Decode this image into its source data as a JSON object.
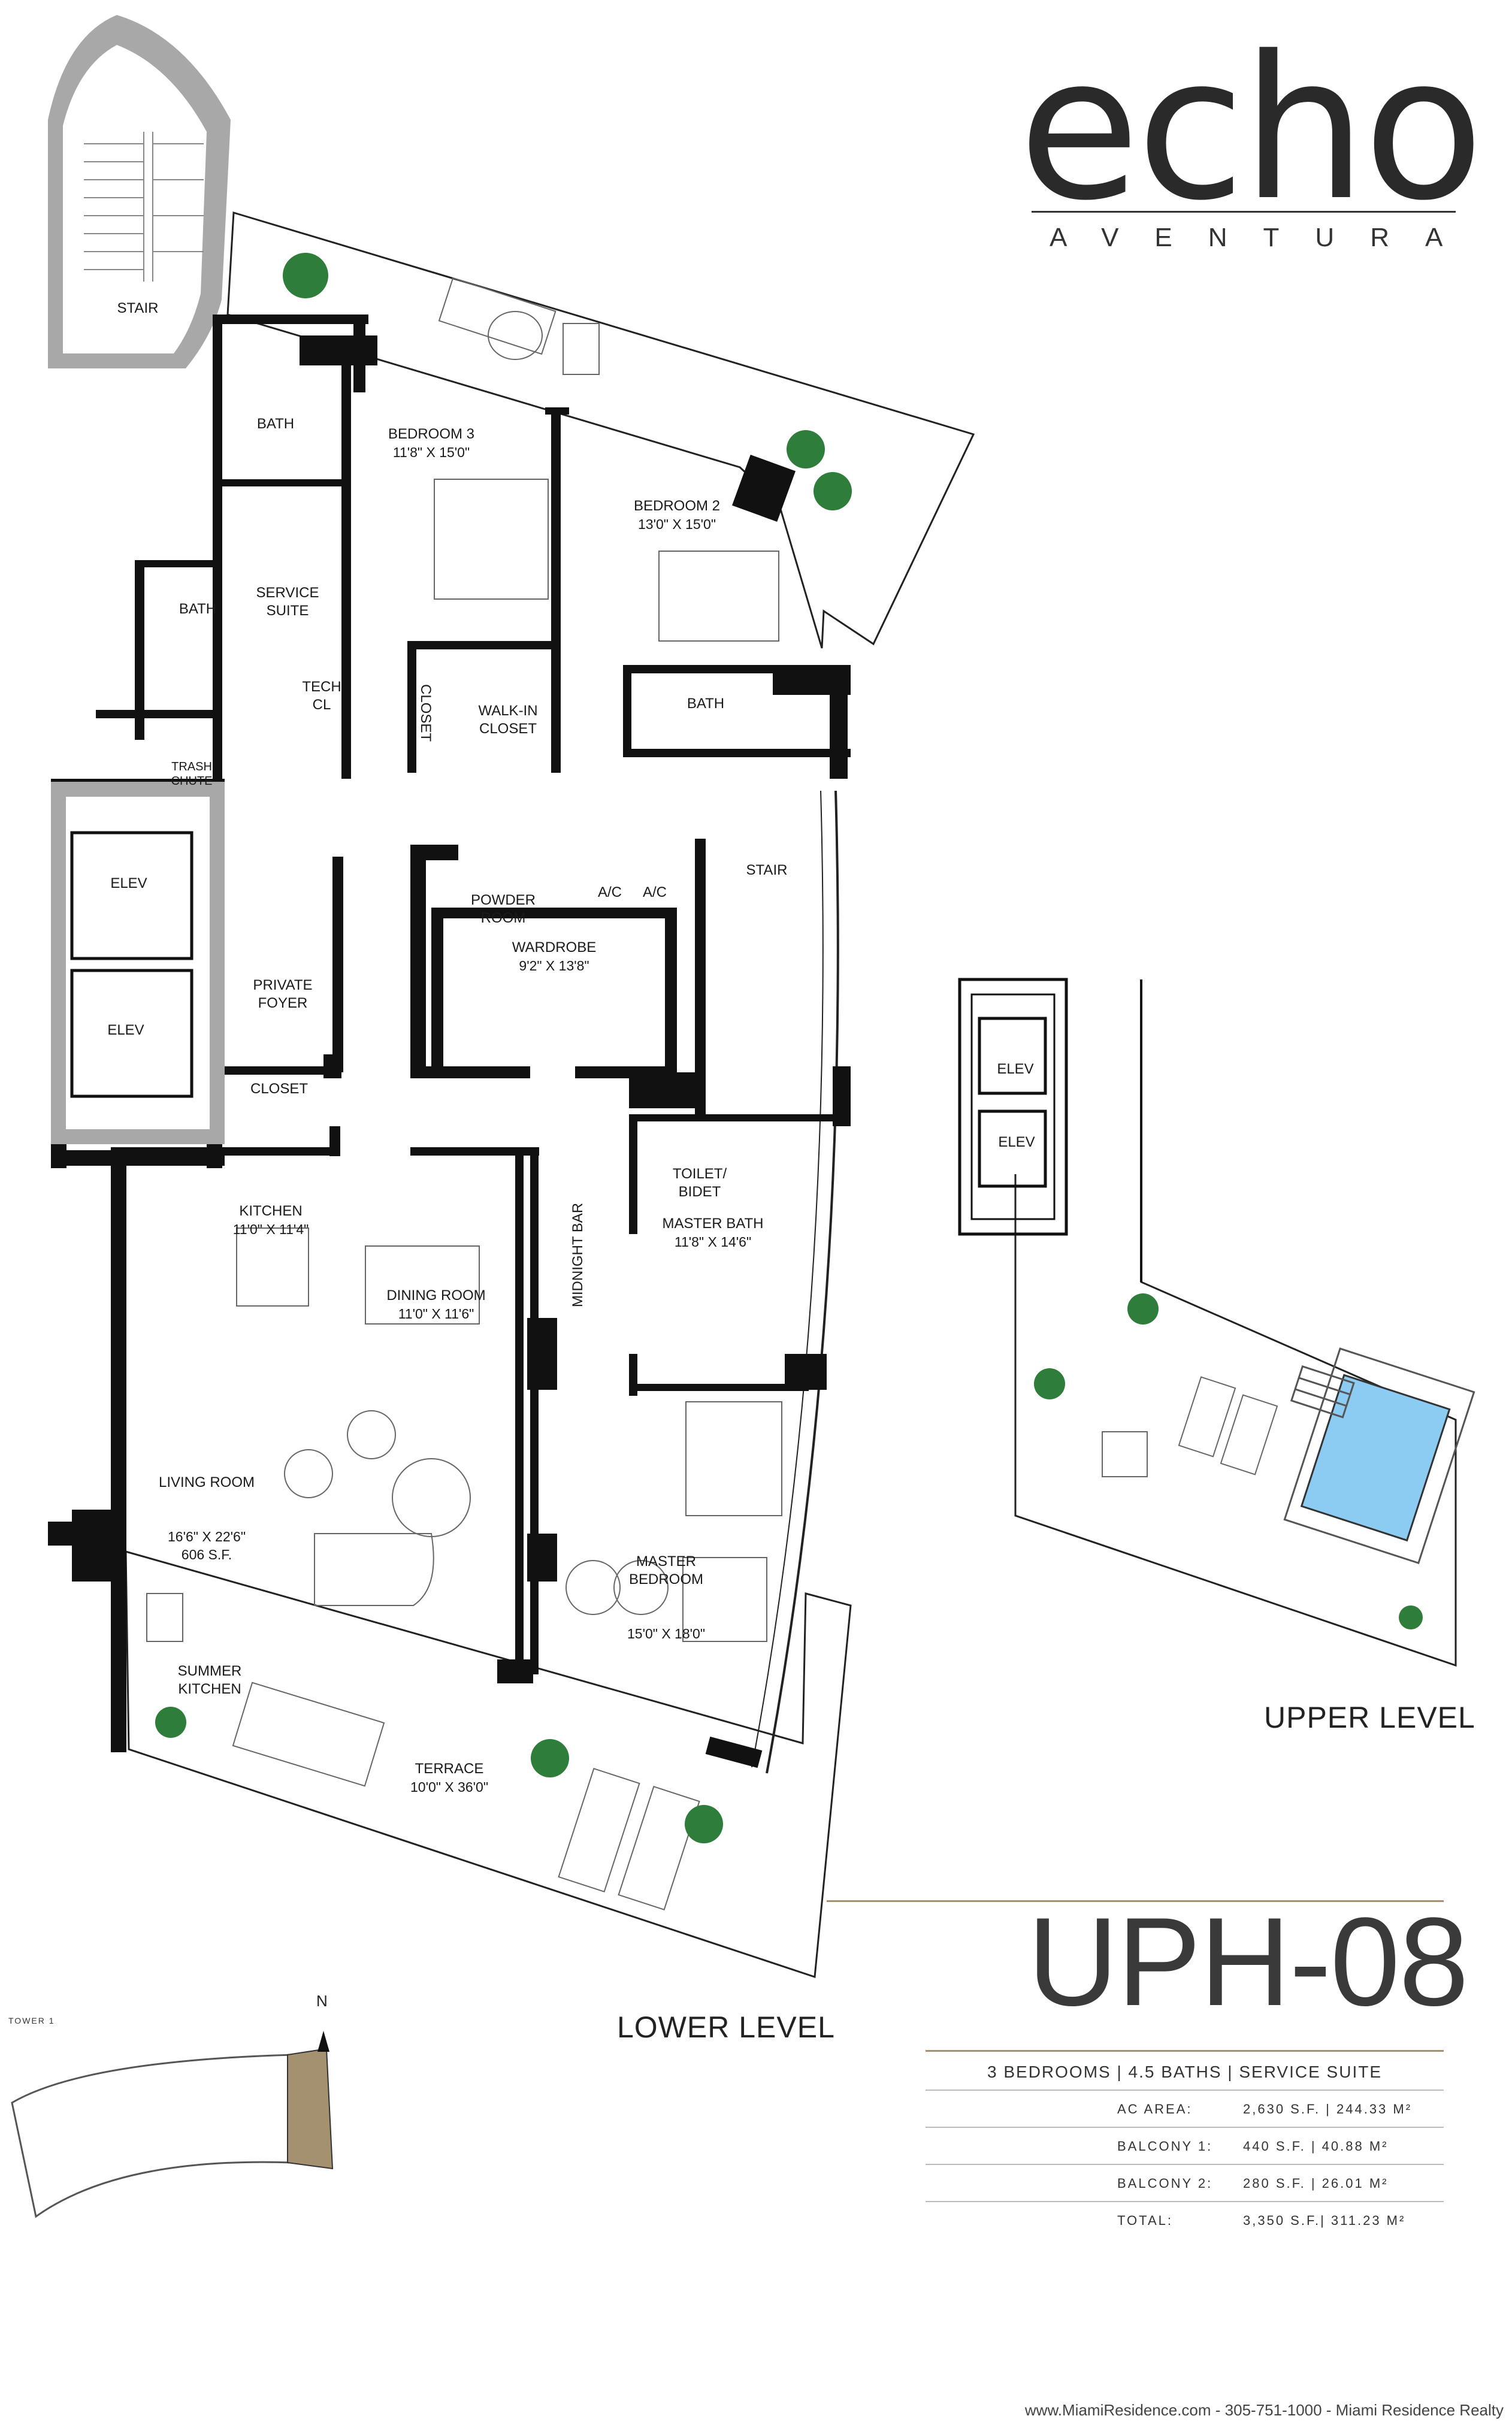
{
  "brand": {
    "name": "echo",
    "location": "AVENTURA"
  },
  "unit": {
    "code": "UPH-08",
    "summary": "3 BEDROOMS | 4.5 BATHS | SERVICE SUITE",
    "specs": [
      {
        "label": "AC AREA:",
        "value": "2,630 S.F. | 244.33 M²"
      },
      {
        "label": "BALCONY 1:",
        "value": "440 S.F. | 40.88 M²"
      },
      {
        "label": "BALCONY 2:",
        "value": "280 S.F. | 26.01 M²"
      },
      {
        "label": "TOTAL:",
        "value": "3,350 S.F.| 311.23 M²"
      }
    ]
  },
  "levels": {
    "lower": "LOWER LEVEL",
    "upper": "UPPER LEVEL"
  },
  "tower": {
    "label": "TOWER 1",
    "north": "N"
  },
  "rooms": [
    {
      "id": "stair-top",
      "name": "STAIR",
      "dim": ""
    },
    {
      "id": "bath-1",
      "name": "BATH",
      "dim": ""
    },
    {
      "id": "bedroom-3",
      "name": "BEDROOM 3",
      "dim": "11'8\" X 15'0\""
    },
    {
      "id": "bedroom-2",
      "name": "BEDROOM 2",
      "dim": "13'0\" X 15'0\""
    },
    {
      "id": "service-suite",
      "name": "SERVICE\nSUITE",
      "dim": ""
    },
    {
      "id": "bath-2",
      "name": "BATH",
      "dim": ""
    },
    {
      "id": "tech-cl",
      "name": "TECH\nCL",
      "dim": ""
    },
    {
      "id": "closet-1",
      "name": "CLOSET",
      "dim": ""
    },
    {
      "id": "walk-in-closet",
      "name": "WALK-IN\nCLOSET",
      "dim": ""
    },
    {
      "id": "bath-3",
      "name": "BATH",
      "dim": ""
    },
    {
      "id": "trash-chute",
      "name": "TRASH\nCHUTE",
      "dim": ""
    },
    {
      "id": "elev-1",
      "name": "ELEV",
      "dim": ""
    },
    {
      "id": "elev-2",
      "name": "ELEV",
      "dim": ""
    },
    {
      "id": "powder-room",
      "name": "POWDER\nROOM",
      "dim": ""
    },
    {
      "id": "ac-1",
      "name": "A/C",
      "dim": ""
    },
    {
      "id": "ac-2",
      "name": "A/C",
      "dim": ""
    },
    {
      "id": "stair-mid",
      "name": "STAIR",
      "dim": ""
    },
    {
      "id": "private-foyer",
      "name": "PRIVATE\nFOYER",
      "dim": ""
    },
    {
      "id": "wardrobe",
      "name": "WARDROBE",
      "dim": "9'2\" X 13'8\""
    },
    {
      "id": "closet-2",
      "name": "CLOSET",
      "dim": ""
    },
    {
      "id": "toilet-bidet",
      "name": "TOILET/\nBIDET",
      "dim": ""
    },
    {
      "id": "kitchen",
      "name": "KITCHEN",
      "dim": "11'0\" X 11'4\""
    },
    {
      "id": "master-bath",
      "name": "MASTER BATH",
      "dim": "11'8\" X 14'6\""
    },
    {
      "id": "dining-room",
      "name": "DINING ROOM",
      "dim": "11'0\" X 11'6\""
    },
    {
      "id": "midnight-bar",
      "name": "MIDNIGHT BAR",
      "dim": ""
    },
    {
      "id": "living-room",
      "name": "LIVING ROOM",
      "dim": "16'6\" X 22'6\"\n606 S.F."
    },
    {
      "id": "master-bedroom",
      "name": "MASTER\nBEDROOM",
      "dim": "15'0\" X 18'0\""
    },
    {
      "id": "summer-kitchen",
      "name": "SUMMER\nKITCHEN",
      "dim": ""
    },
    {
      "id": "terrace",
      "name": "TERRACE",
      "dim": "10'0\" X 36'0\""
    },
    {
      "id": "elev-upper-1",
      "name": "ELEV",
      "dim": ""
    },
    {
      "id": "elev-upper-2",
      "name": "ELEV",
      "dim": ""
    }
  ],
  "footer": "www.MiamiResidence.com  -  305-751-1000  -  Miami Residence Realty",
  "colors": {
    "wall": "#111111",
    "shaft": "#a8a8a8",
    "pool": "#8ccbf2",
    "plant": "#2f7d3a",
    "tower_unit": "#a39170",
    "rule": "#a39170"
  }
}
